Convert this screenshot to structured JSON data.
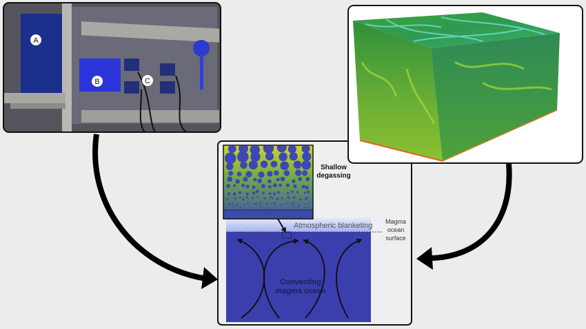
{
  "photo": {
    "labels": [
      "A",
      "B",
      "C"
    ]
  },
  "schematic": {
    "shallow_degassing": [
      "Shallow",
      "degassing"
    ],
    "atmospheric_blanketing": "Atmospheric blanketing",
    "surface_label": [
      "Magma",
      "ocean",
      "surface"
    ],
    "convecting_label": [
      "Convecting",
      "magma ocean"
    ]
  },
  "colors": {
    "background": "#ececec",
    "ocean": "#3b3fae",
    "bubble": "#3d47b5",
    "gradient_top": "#c9d628",
    "gradient_bottom": "#3b4fa0",
    "sim_green": "#3fa83a",
    "sim_cyan": "#36c4b0"
  }
}
